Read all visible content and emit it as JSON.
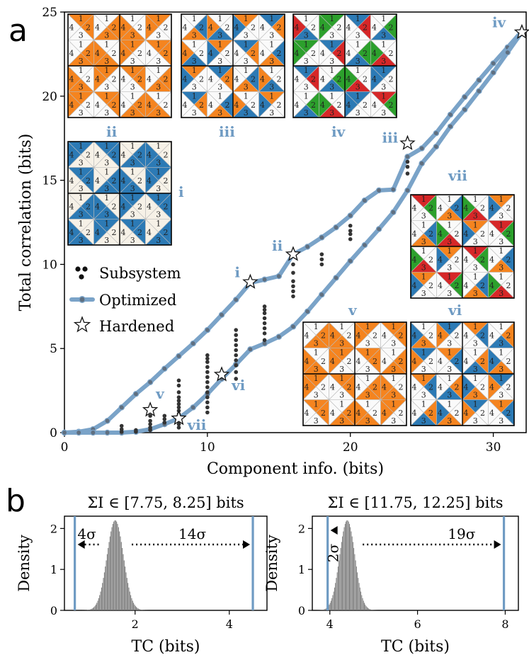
{
  "panel_a": {
    "letter": "a",
    "xlabel": "Component info. (bits)",
    "ylabel": "Total correlation (bits)",
    "legend": {
      "subsystem": "Subsystem",
      "optimized": "Optimized",
      "hardened": "Hardened"
    },
    "tile_digits": [
      "1",
      "2",
      "3",
      "4"
    ],
    "palette": {
      "line": "#7aa3c8",
      "line_marker": "#5f6f80",
      "orange": "#f5841f",
      "blue": "#2c7ab5",
      "red": "#d62728",
      "green": "#2ca02c",
      "cream": "#f6f1e7",
      "label": "#6f9bc3"
    },
    "insets": [
      {
        "roman": "ii",
        "fill": [
          "orange"
        ]
      },
      {
        "roman": "iii",
        "fill": [
          "orange",
          "blue"
        ]
      },
      {
        "roman": "iv",
        "fill": [
          "red",
          "green",
          "blue"
        ]
      },
      {
        "roman": "i",
        "fill": [
          "blue"
        ]
      },
      {
        "roman": "vii",
        "fill": [
          "red",
          "green",
          "blue",
          "orange"
        ]
      },
      {
        "roman": "v",
        "fill": [
          "orange"
        ]
      },
      {
        "roman": "vi",
        "fill": [
          "orange",
          "blue"
        ]
      }
    ]
  },
  "panel_b": {
    "letter": "b",
    "plots": [
      {
        "title": "ΣI ∈ [7.75, 8.25] bits",
        "xlabel": "TC (bits)",
        "ylabel": "Density",
        "left_sigma": "4σ",
        "right_sigma": "14σ"
      },
      {
        "title": "ΣI ∈ [11.75, 12.25] bits",
        "xlabel": "TC (bits)",
        "ylabel": "Density",
        "left_sigma": "2σ",
        "right_sigma": "19σ"
      }
    ]
  },
  "chart_data": [
    {
      "type": "line",
      "xlabel": "Component info. (bits)",
      "ylabel": "Total correlation (bits)",
      "xlim": [
        0,
        32.3
      ],
      "ylim": [
        0,
        25
      ],
      "xticks": [
        0,
        10,
        20,
        30
      ],
      "yticks": [
        0,
        5,
        10,
        15,
        20,
        25
      ],
      "legend_position": "left",
      "series": [
        {
          "name": "Optimized",
          "x": [
            0,
            1,
            2,
            3,
            4,
            5,
            6,
            7,
            8,
            9,
            10,
            11,
            12,
            13,
            14,
            15,
            16,
            17,
            18,
            19,
            20,
            21,
            22,
            23,
            24,
            25,
            26,
            27,
            28,
            29,
            30,
            31,
            32
          ],
          "y": [
            0.0,
            0.05,
            0.2,
            0.7,
            1.5,
            2.3,
            3.0,
            3.8,
            4.55,
            5.3,
            6.1,
            7.0,
            7.9,
            8.9,
            9.1,
            9.3,
            10.6,
            11.05,
            11.6,
            12.2,
            12.9,
            13.8,
            14.4,
            14.45,
            16.4,
            16.9,
            17.8,
            18.9,
            19.95,
            20.95,
            21.95,
            22.9,
            23.85
          ]
        },
        {
          "name": "Optimized",
          "x": [
            0,
            1,
            2,
            3,
            4,
            5,
            6,
            7,
            8,
            9,
            10,
            11,
            12,
            13,
            14,
            15,
            16,
            17,
            18,
            19,
            20,
            21,
            22,
            23,
            24,
            25,
            26,
            27,
            28,
            29,
            30,
            31,
            32
          ],
          "y": [
            0.0,
            0.0,
            0.0,
            0.0,
            0.0,
            0.05,
            0.2,
            0.5,
            0.85,
            1.5,
            2.3,
            3.2,
            4.05,
            4.95,
            5.3,
            5.7,
            6.3,
            7.2,
            8.2,
            9.2,
            10.2,
            11.15,
            12.1,
            13.1,
            14.4,
            16.0,
            17.0,
            18.2,
            19.2,
            20.3,
            21.4,
            22.6,
            23.8
          ]
        }
      ],
      "subsystem": {
        "name": "Subsystem",
        "x": [
          4,
          4,
          4,
          5,
          5,
          6,
          6,
          6,
          6,
          6,
          7,
          7,
          7,
          8,
          8,
          8,
          8,
          8,
          8,
          8,
          8,
          8,
          8,
          8,
          8,
          8,
          10,
          10,
          10,
          10,
          10,
          10,
          10,
          10,
          10,
          10,
          10,
          10,
          10,
          12,
          12,
          12,
          12,
          12,
          12,
          12,
          12,
          12,
          12,
          14,
          14,
          14,
          14,
          14,
          14,
          14,
          14,
          16,
          16,
          16,
          16,
          16,
          16,
          18,
          18,
          18,
          20,
          20,
          20,
          20,
          24,
          24,
          24
        ],
        "y": [
          0.05,
          0.2,
          0.4,
          0.05,
          0.15,
          0.15,
          0.3,
          0.5,
          0.7,
          1.0,
          0.6,
          0.8,
          1.0,
          0.3,
          0.5,
          0.7,
          0.9,
          1.1,
          1.3,
          1.5,
          1.7,
          1.9,
          2.1,
          2.4,
          2.8,
          3.1,
          1.5,
          1.8,
          2.1,
          2.4,
          2.7,
          3.0,
          3.3,
          3.6,
          3.9,
          4.2,
          4.4,
          4.6,
          1.2,
          3.2,
          3.6,
          4.0,
          4.3,
          4.6,
          4.9,
          5.2,
          5.5,
          5.8,
          6.1,
          5.5,
          5.9,
          6.2,
          6.5,
          6.8,
          7.1,
          7.3,
          7.5,
          8.1,
          8.4,
          8.7,
          9.0,
          9.5,
          10.0,
          10.0,
          10.3,
          10.6,
          11.5,
          11.8,
          12.0,
          12.3,
          15.4,
          15.8,
          16.1
        ]
      },
      "hardened": [
        {
          "label": "i",
          "x": 13,
          "y": 8.95
        },
        {
          "label": "ii",
          "x": 16,
          "y": 10.6
        },
        {
          "label": "iii",
          "x": 24,
          "y": 17.2
        },
        {
          "label": "iv",
          "x": 32,
          "y": 23.8
        },
        {
          "label": "v",
          "x": 6,
          "y": 1.35
        },
        {
          "label": "vi",
          "x": 11,
          "y": 3.45
        },
        {
          "label": "vii",
          "x": 8,
          "y": 0.85
        }
      ]
    },
    {
      "type": "bar",
      "title": "ΣI ∈ [7.75, 8.25] bits",
      "xlabel": "TC (bits)",
      "ylabel": "Density",
      "xlim": [
        0.5,
        4.8
      ],
      "ylim": [
        0,
        2.3
      ],
      "xticks": [
        2,
        4
      ],
      "yticks": [
        0,
        1,
        2
      ],
      "grid": false,
      "distribution": {
        "mean": 1.58,
        "sd": 0.175,
        "peak_density": 2.2
      },
      "reference_lines_x": [
        0.72,
        4.5
      ],
      "annotations": [
        "4σ",
        "14σ"
      ]
    },
    {
      "type": "bar",
      "title": "ΣI ∈ [11.75, 12.25] bits",
      "xlabel": "TC (bits)",
      "ylabel": "Density",
      "xlim": [
        3.6,
        8.3
      ],
      "ylim": [
        0,
        2.3
      ],
      "xticks": [
        4,
        6,
        8
      ],
      "yticks": [
        0,
        1,
        2
      ],
      "grid": false,
      "distribution": {
        "mean": 4.4,
        "sd": 0.175,
        "peak_density": 2.2
      },
      "reference_lines_x": [
        3.95,
        7.97
      ],
      "annotations": [
        "2σ",
        "19σ"
      ]
    }
  ]
}
